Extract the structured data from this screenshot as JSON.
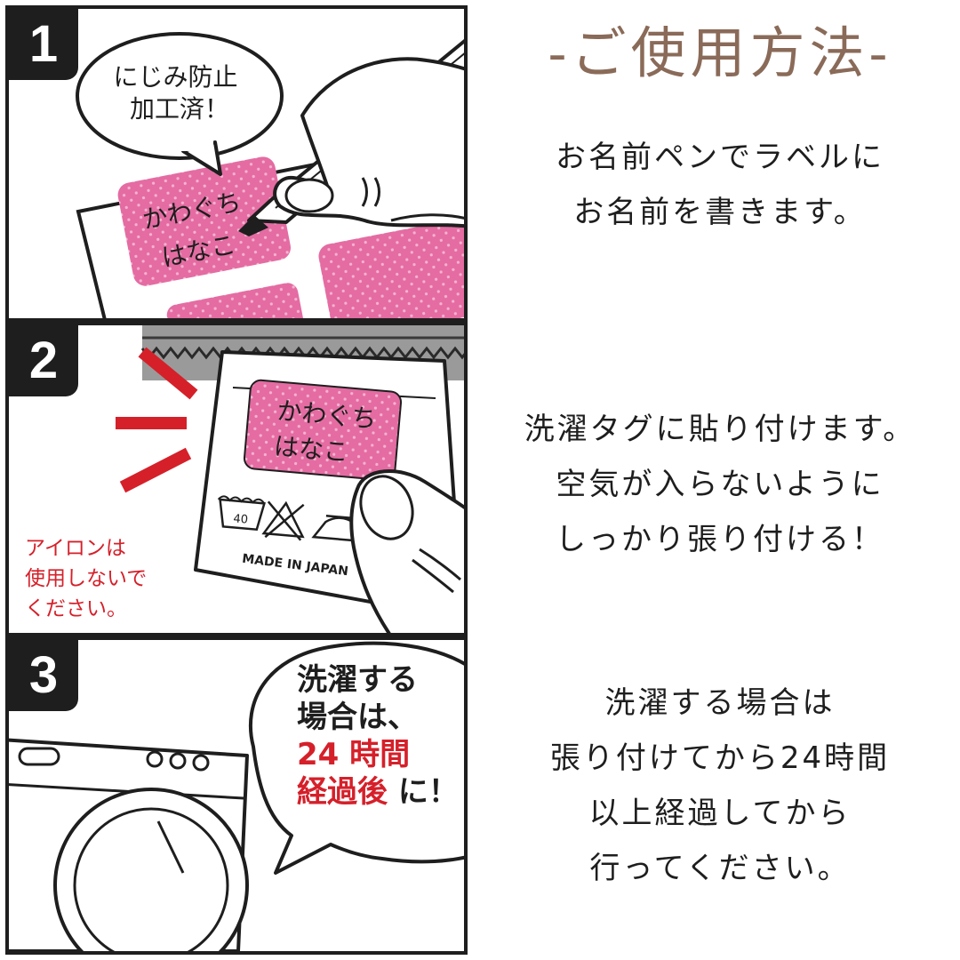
{
  "heading": "-ご使用方法-",
  "steps": [
    {
      "number": "1",
      "bubble": [
        "にじみ防止",
        "加工済！"
      ],
      "label_name": [
        "かわぐち",
        "はなこ"
      ],
      "instructions": [
        "お名前ペンでラベルに",
        "お名前を書きます。"
      ]
    },
    {
      "number": "2",
      "label_name": [
        "かわぐち",
        "はなこ"
      ],
      "wash_temp": "40",
      "tag_text": "MADE IN JAPAN",
      "iron_note": [
        "アイロンは",
        "使用しないで",
        "ください。"
      ],
      "instructions": [
        "洗濯タグに貼り付けます。",
        "空気が入らないように",
        "しっかり張り付ける！"
      ]
    },
    {
      "number": "3",
      "bubble": [
        "洗濯する",
        "場合は、",
        "24 時間",
        "経過後",
        "に！"
      ],
      "instructions": [
        "洗濯する場合は",
        "張り付けてから24時間",
        "以上経過してから",
        "行ってください。"
      ]
    }
  ],
  "colors": {
    "heading": "#8a6a58",
    "label_pink": "#e46ca2",
    "accent_red": "#d5202a",
    "ink": "#1e1e1e"
  }
}
